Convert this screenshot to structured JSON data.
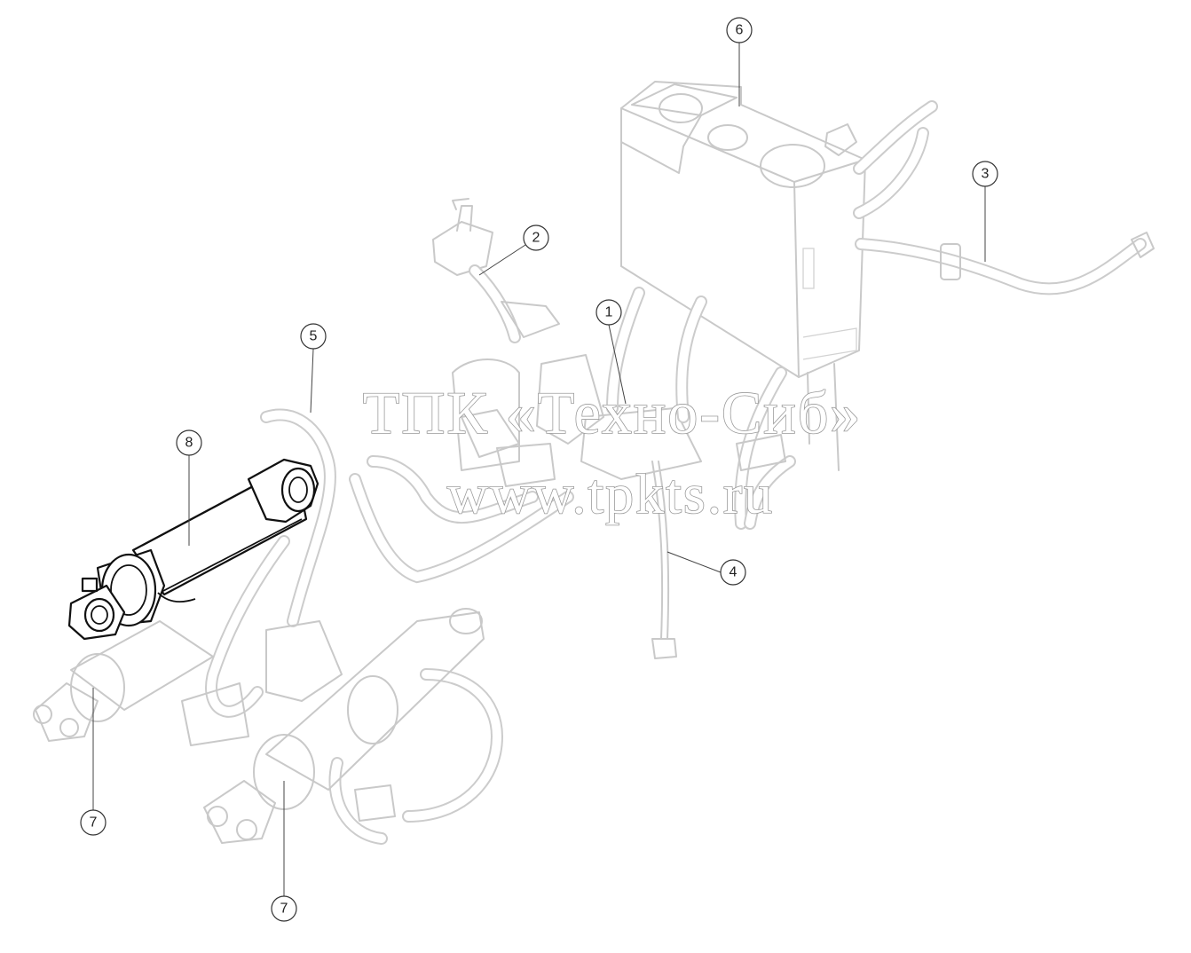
{
  "callouts": [
    {
      "label": "1"
    },
    {
      "label": "2"
    },
    {
      "label": "3"
    },
    {
      "label": "4"
    },
    {
      "label": "5"
    },
    {
      "label": "6"
    },
    {
      "label": "7"
    },
    {
      "label": "7"
    },
    {
      "label": "8"
    }
  ],
  "watermark": {
    "line1": "ТПК «Техно-Сиб»",
    "line2": "www.tpkts.ru"
  },
  "colors": {
    "highlighted_part": "#111111",
    "background_parts": "#c9c9c9",
    "watermark_outline": "#9a9a9a"
  }
}
